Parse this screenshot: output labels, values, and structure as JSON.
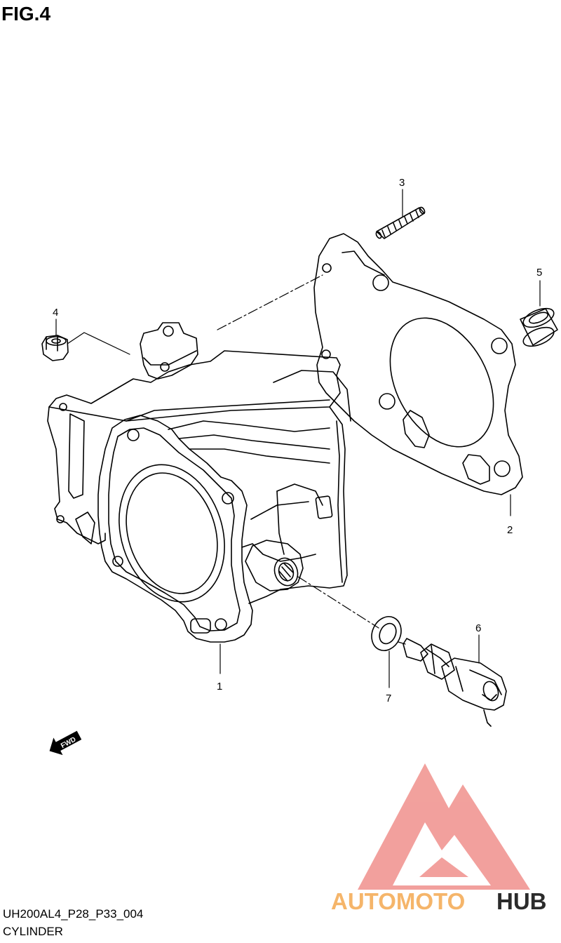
{
  "figure": {
    "title": "FIG.4",
    "code": "UH200AL4_P28_P33_004",
    "name": "CYLINDER"
  },
  "callouts": {
    "c1": "1",
    "c2": "2",
    "c3": "3",
    "c4": "4",
    "c5": "5",
    "c6": "6",
    "c7": "7"
  },
  "fwd_label": "FWD",
  "watermark": {
    "part1": "AUTOMOTO",
    "part2": "HUB",
    "color_primary": "#f0908c",
    "color_secondary": "#f5b56a",
    "color_dark": "#2b2b2b"
  },
  "icons": [
    "fwd-arrow-icon",
    "automotohub-logo-icon"
  ]
}
